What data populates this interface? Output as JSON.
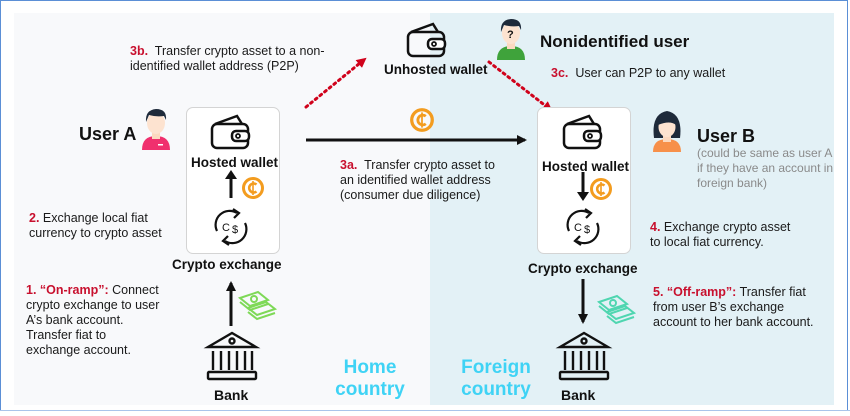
{
  "regions": {
    "home": {
      "label_line1": "Home",
      "label_line2": "country"
    },
    "foreign": {
      "label_line1": "Foreign",
      "label_line2": "country"
    }
  },
  "actors": {
    "user_a": {
      "name": "User A"
    },
    "user_b": {
      "name": "User B",
      "note_line1": "(could be same as user A",
      "note_line2": "if they have an account in",
      "note_line3": "foreign bank)"
    },
    "nonidentified": {
      "name": "Nonidentified user"
    }
  },
  "nodes": {
    "hosted_wallet_a": "Hosted wallet",
    "hosted_wallet_b": "Hosted wallet",
    "unhosted_wallet": "Unhosted wallet",
    "crypto_exchange_a": "Crypto exchange",
    "crypto_exchange_b": "Crypto exchange",
    "bank_a": "Bank",
    "bank_b": "Bank"
  },
  "steps": {
    "s1": {
      "num": "1. “On-ramp”:",
      "line1": " Connect",
      "line2": "crypto exchange to user",
      "line3": "A’s bank account.",
      "line4": "Transfer fiat to",
      "line5": "exchange account."
    },
    "s2": {
      "num": "2.",
      "line1": " Exchange local fiat",
      "line2": "currency to crypto asset"
    },
    "s3a": {
      "num": "3a.",
      "line1": "  Transfer crypto asset to",
      "line2": "an identified wallet address",
      "line3": "(consumer due diligence)"
    },
    "s3b": {
      "num": "3b.",
      "line1": "  Transfer crypto asset to a non-",
      "line2": "identified wallet address (P2P)"
    },
    "s3c": {
      "num": "3c.",
      "line1": "  User can P2P to any wallet"
    },
    "s4": {
      "num": "4.",
      "line1": " Exchange crypto asset",
      "line2": "to local fiat currency."
    },
    "s5": {
      "num": "5. “Off-ramp”:",
      "line1": " Transfer fiat",
      "line2": "from user B’s exchange",
      "line3": "account to her bank account."
    }
  },
  "colors": {
    "step_number": "#c8102e",
    "country_label": "#3fd3f5",
    "coin": "#f39c1f",
    "cash_home": "#7ed957",
    "cash_foreign": "#4fd6b0",
    "foreign_bg": "#e3f1f6",
    "dotted_arrow": "#d0021b"
  }
}
